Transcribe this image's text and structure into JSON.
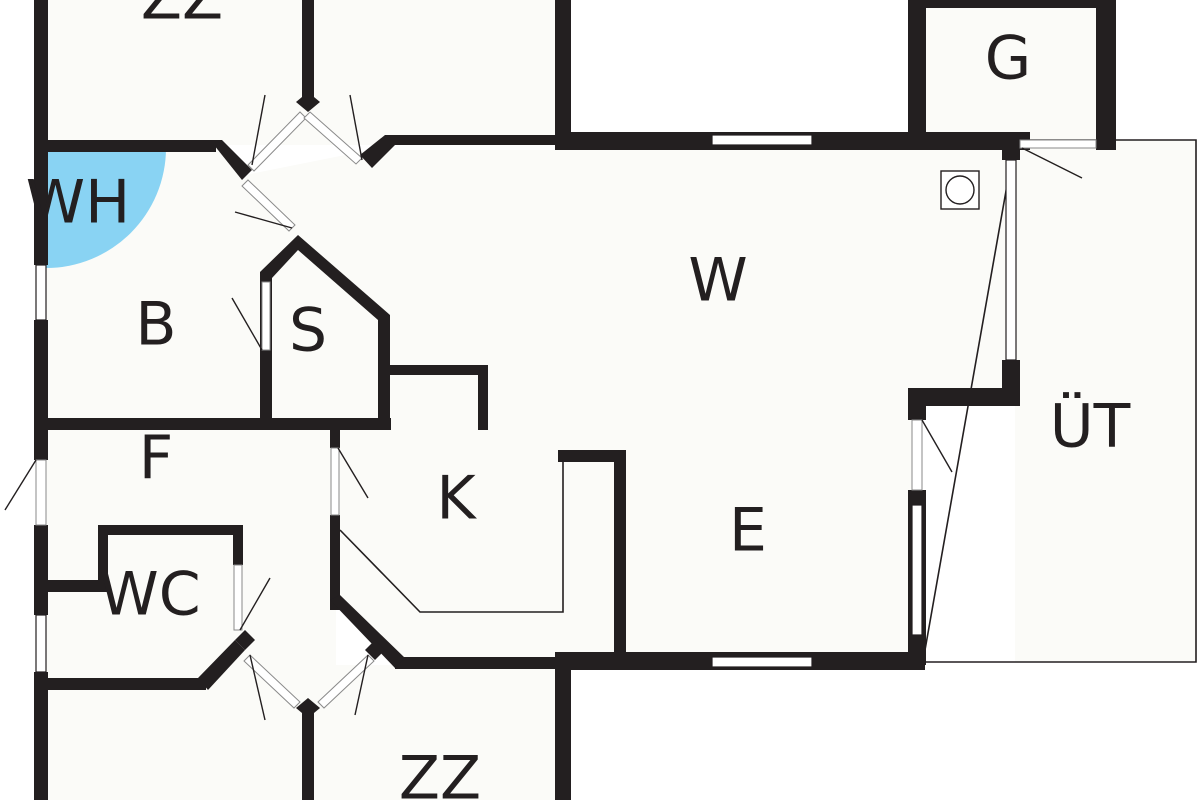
{
  "rooms": {
    "zz_top": "ZZ",
    "g": "G",
    "wh": "WH",
    "w": "W",
    "b": "B",
    "s": "S",
    "ut": "ÜT",
    "f": "F",
    "k": "K",
    "e": "E",
    "wc": "WC",
    "zz_bottom": "ZZ"
  },
  "icons": {
    "heater": "quarter-circle",
    "chimney": "square-with-circle"
  },
  "colors": {
    "wall": "#231f20",
    "floor": "#fbfbf8",
    "heater": "#89d3f3"
  }
}
